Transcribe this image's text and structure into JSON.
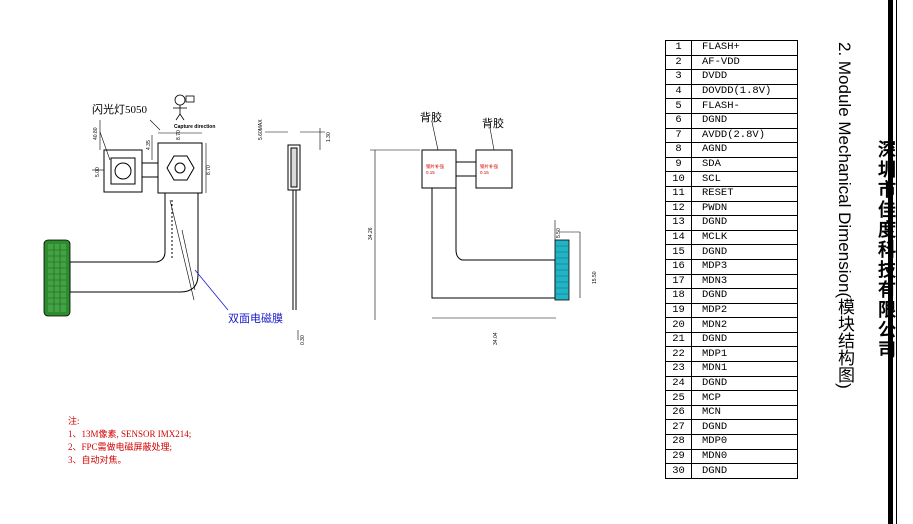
{
  "title": {
    "company": "深圳市佳度科技有限公司",
    "subtitle": "2. Module Mechanical Dimension(模块结构图)"
  },
  "labels": {
    "flash_light": "闪光灯5050",
    "capture_direction": "Capture direction",
    "back_glue_left": "背胶",
    "back_glue_right": "背胶",
    "double_sided_emi": "双面电磁膜",
    "stiffener_left_1": "钢片补强",
    "stiffener_left_2": "0.15",
    "stiffener_right_1": "钢片补强",
    "stiffener_right_2": "0.15"
  },
  "dimensions": {
    "d_40_80": "40.80",
    "d_5_00": "5.00",
    "d_4_35": "4.35",
    "d_8_70": "8.70",
    "d_8_70b": "8.70",
    "d_5_60max": "5.60MAX",
    "d_1_30": "1.30",
    "d_0_30": "0.30",
    "d_34_26": "34.26",
    "d_34_04": "34.04",
    "d_5_50": "5.50",
    "d_15_50": "15.50"
  },
  "notes": {
    "heading": "注:",
    "line1": "1、13M像素, SENSOR IMX214;",
    "line2": "2、FPC需做电磁屏蔽处理;",
    "line3": "3、自动对焦。"
  },
  "pins": [
    {
      "num": "1",
      "signal": "FLASH+"
    },
    {
      "num": "2",
      "signal": "AF-VDD"
    },
    {
      "num": "3",
      "signal": "DVDD"
    },
    {
      "num": "4",
      "signal": "DOVDD(1.8V)"
    },
    {
      "num": "5",
      "signal": "FLASH-"
    },
    {
      "num": "6",
      "signal": "DGND"
    },
    {
      "num": "7",
      "signal": "AVDD(2.8V)"
    },
    {
      "num": "8",
      "signal": "AGND"
    },
    {
      "num": "9",
      "signal": "SDA"
    },
    {
      "num": "10",
      "signal": "SCL"
    },
    {
      "num": "11",
      "signal": "RESET"
    },
    {
      "num": "12",
      "signal": "PWDN"
    },
    {
      "num": "13",
      "signal": "DGND"
    },
    {
      "num": "14",
      "signal": "MCLK"
    },
    {
      "num": "15",
      "signal": "DGND"
    },
    {
      "num": "16",
      "signal": "MDP3"
    },
    {
      "num": "17",
      "signal": "MDN3"
    },
    {
      "num": "18",
      "signal": "DGND"
    },
    {
      "num": "19",
      "signal": "MDP2"
    },
    {
      "num": "20",
      "signal": "MDN2"
    },
    {
      "num": "21",
      "signal": "DGND"
    },
    {
      "num": "22",
      "signal": "MDP1"
    },
    {
      "num": "23",
      "signal": "MDN1"
    },
    {
      "num": "24",
      "signal": "DGND"
    },
    {
      "num": "25",
      "signal": "MCP"
    },
    {
      "num": "26",
      "signal": "MCN"
    },
    {
      "num": "27",
      "signal": "DGND"
    },
    {
      "num": "28",
      "signal": "MDP0"
    },
    {
      "num": "29",
      "signal": "MDN0"
    },
    {
      "num": "30",
      "signal": "DGND"
    }
  ],
  "colors": {
    "line": "#000000",
    "annotation": "#1a1acc",
    "note": "#d40000",
    "connector_green": "#2e8b2e",
    "connector_teal": "#22b3c4"
  }
}
